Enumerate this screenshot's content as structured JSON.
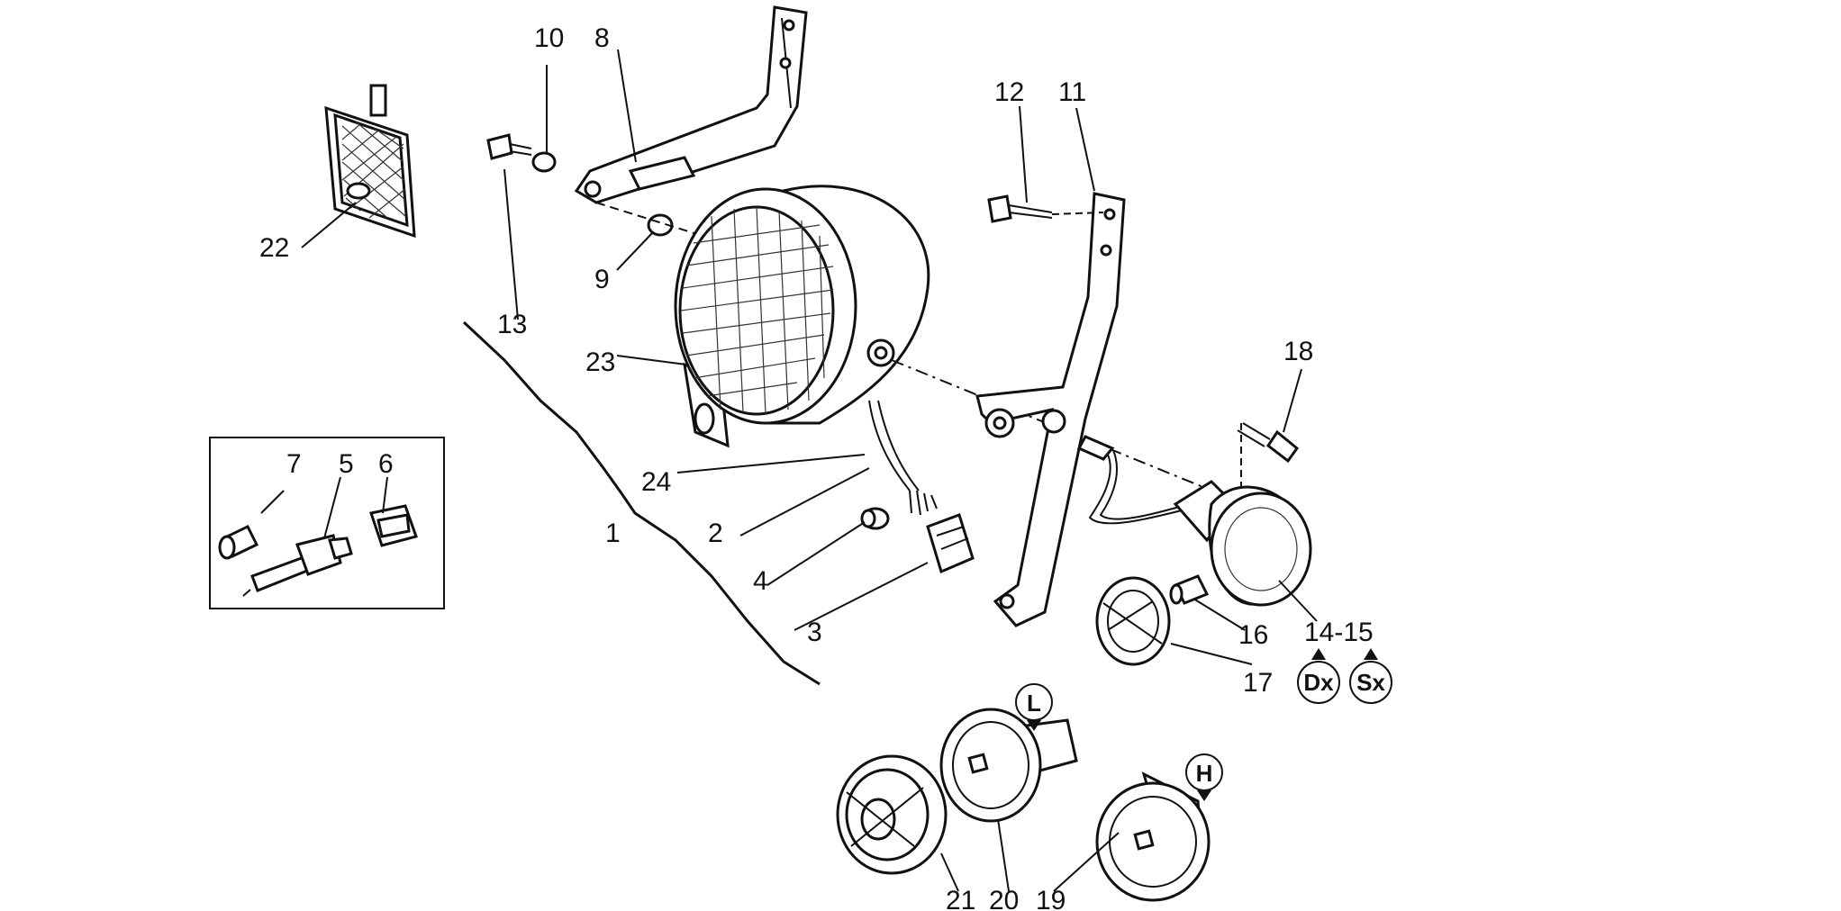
{
  "diagram": {
    "labels": {
      "l1": "1",
      "l2": "2",
      "l3": "3",
      "l4": "4",
      "l5": "5",
      "l6": "6",
      "l7": "7",
      "l8": "8",
      "l9": "9",
      "l10": "10",
      "l11": "11",
      "l12": "12",
      "l13": "13",
      "l14_15": "14-15",
      "l16": "16",
      "l17": "17",
      "l18": "18",
      "l19": "19",
      "l20": "20",
      "l21": "21",
      "l22": "22",
      "l23": "23",
      "l24": "24"
    },
    "badges": {
      "dx": "Dx",
      "sx": "Sx",
      "l": "L",
      "h": "H"
    }
  }
}
